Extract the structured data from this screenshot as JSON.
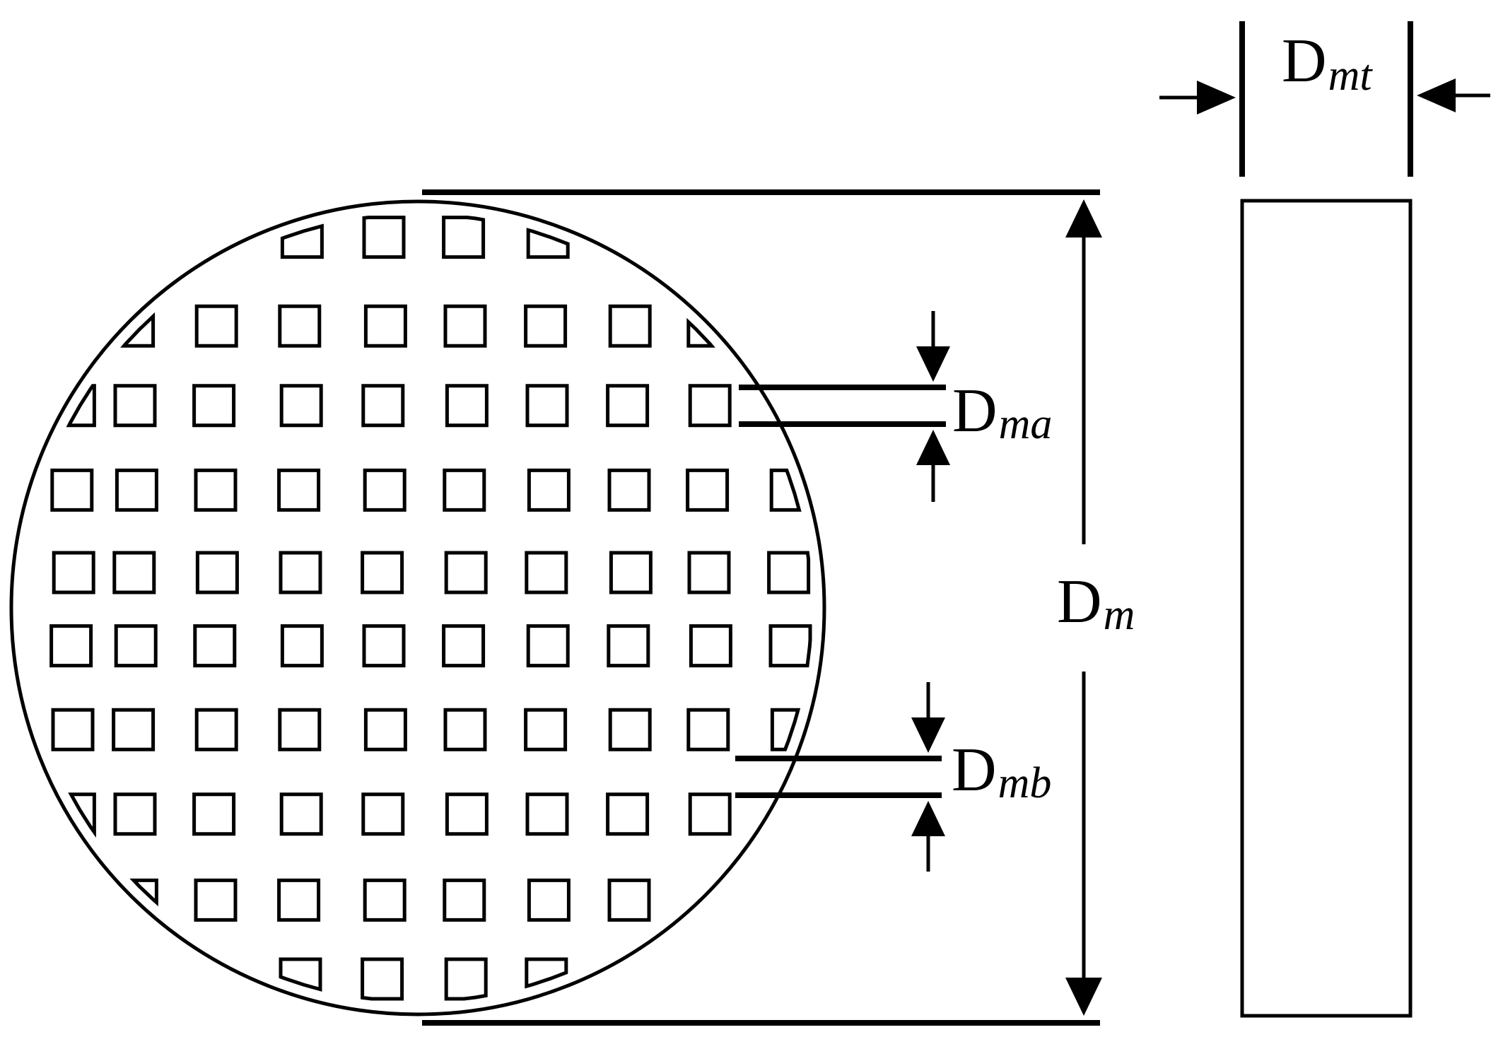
{
  "labels": {
    "dm_main": "D",
    "dm_sub": "m",
    "dma_main": "D",
    "dma_sub": "ma",
    "dmb_main": "D",
    "dmb_sub": "mb",
    "dmt_main": "D",
    "dmt_sub": "mt"
  },
  "colors": {
    "line": "#000000",
    "background": "#ffffff"
  }
}
